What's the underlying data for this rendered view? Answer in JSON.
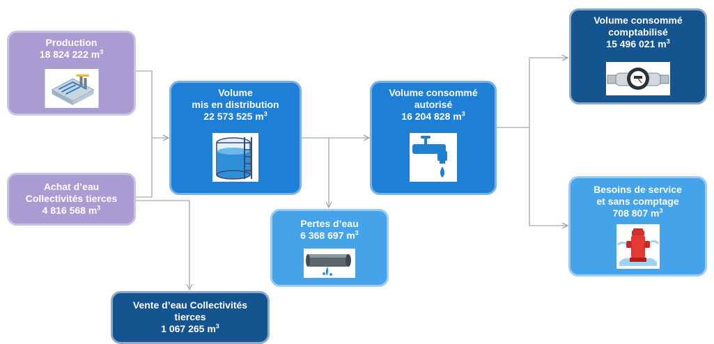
{
  "unit_exponent": "3",
  "nodes": {
    "production": {
      "title": "Production",
      "value": "18 824 222 m",
      "icon": "water-treatment-plant-icon"
    },
    "achat": {
      "title_1": "Achat d’eau",
      "title_2": "Collectivités tierces",
      "value": "4 816 568 m"
    },
    "vente": {
      "title_1": "Vente d’eau Collectivités",
      "title_2": "tierces",
      "value": "1 067 265 m"
    },
    "volume_distribution": {
      "title_1": "Volume",
      "title_2": "mis en distribution",
      "value": "22 573 525 m",
      "icon": "water-tank-icon"
    },
    "pertes": {
      "title": "Pertes d’eau",
      "value": "6 368 697 m",
      "icon": "leaking-pipe-icon"
    },
    "volume_autorise": {
      "title_1": "Volume consommé",
      "title_2": "autorisé",
      "value": "16 204 828 m",
      "icon": "water-tap-icon"
    },
    "volume_comptabilise": {
      "title_1": "Volume consommé",
      "title_2": "comptabilisé",
      "value": "15 496 021 m",
      "icon": "water-meter-icon"
    },
    "besoins": {
      "title_1": "Besoins de service",
      "title_2": "et sans comptage",
      "value": "708 807 m",
      "icon": "fire-hydrant-icon"
    }
  },
  "colors": {
    "source_boxes": "#a89cd3",
    "distribution_boxes": "#1d7fd6",
    "secondary_boxes": "#45a3ea",
    "final_boxes": "#14548f",
    "connectors": "#a6a6a6"
  }
}
